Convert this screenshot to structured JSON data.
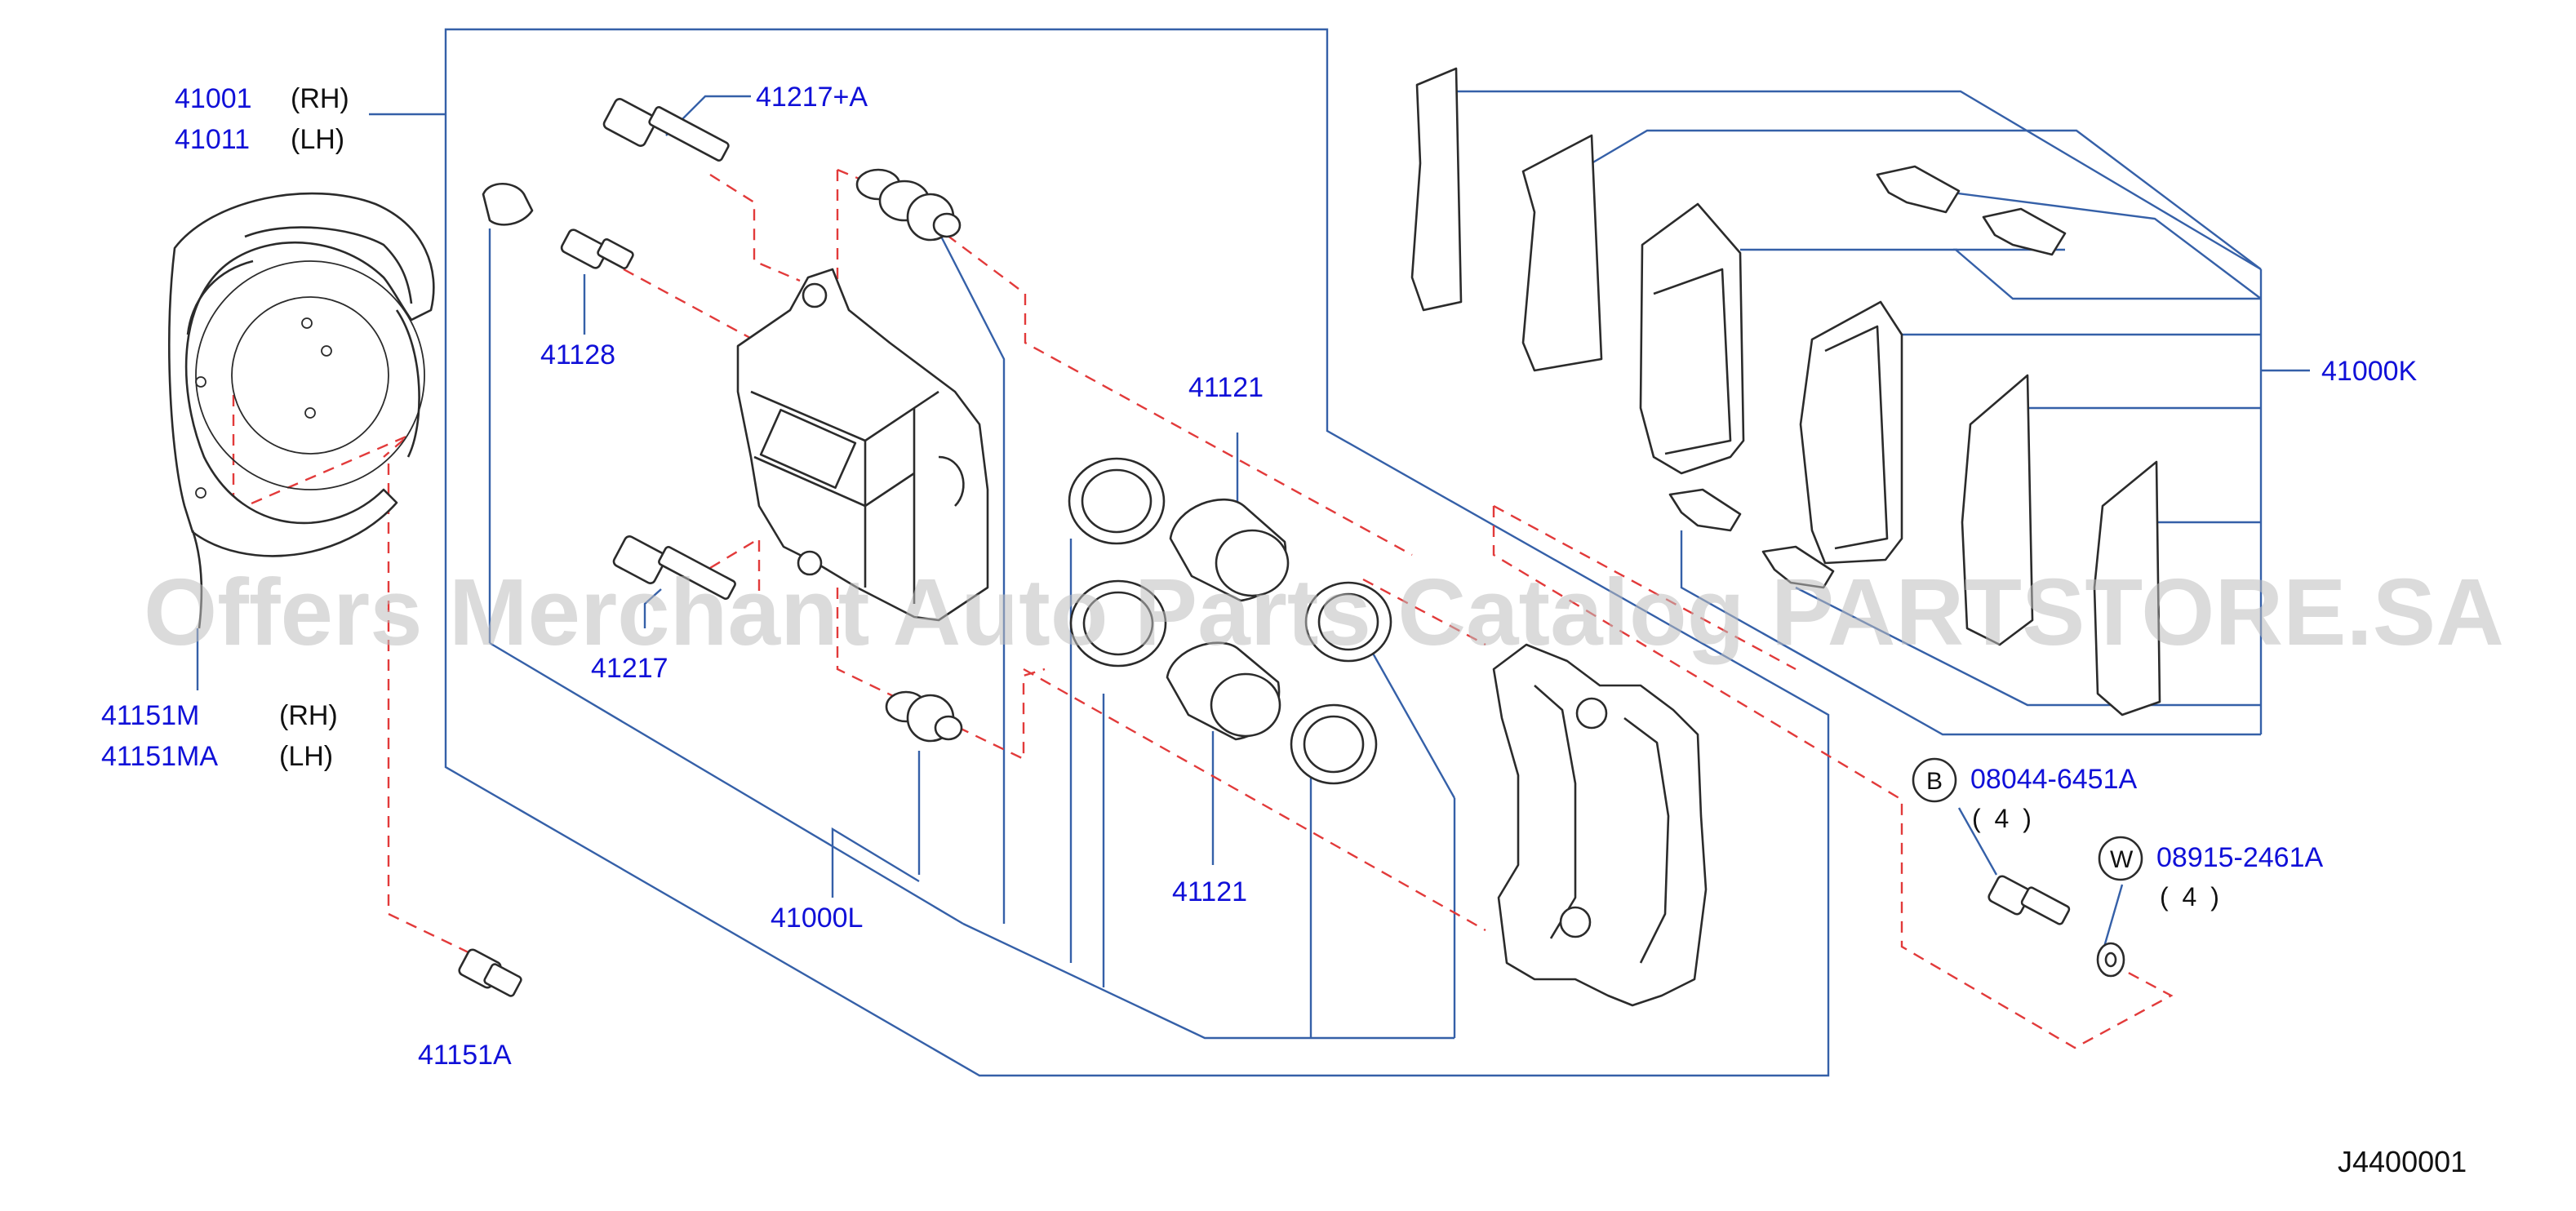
{
  "parts": {
    "p41001": "41001",
    "p41011": "41011",
    "p41217a": "41217+A",
    "p41128": "41128",
    "p41217": "41217",
    "p41121_top": "41121",
    "p41121_bot": "41121",
    "p41000L": "41000L",
    "p41000K": "41000K",
    "p41151M": "41151M",
    "p41151MA": "41151MA",
    "p41151A": "41151A",
    "p08044": "08044-6451A",
    "p08915": "08915-2461A"
  },
  "sides": {
    "rh1": "(RH)",
    "lh1": "(LH)",
    "rh2": "(RH)",
    "lh2": "(LH)"
  },
  "quantities": {
    "q08044": "( 4 )",
    "q08915": "( 4 )"
  },
  "markers": {
    "b": "B",
    "w": "W"
  },
  "watermark": "Offers Merchant Auto Parts Catalog PARTSTORE.SA",
  "diagram_ref": "J4400001",
  "colors": {
    "part_number": "#1010d8",
    "leader_line": "#3560a8",
    "dashed_line": "#e23a3a",
    "ink": "#2b2b2b"
  }
}
